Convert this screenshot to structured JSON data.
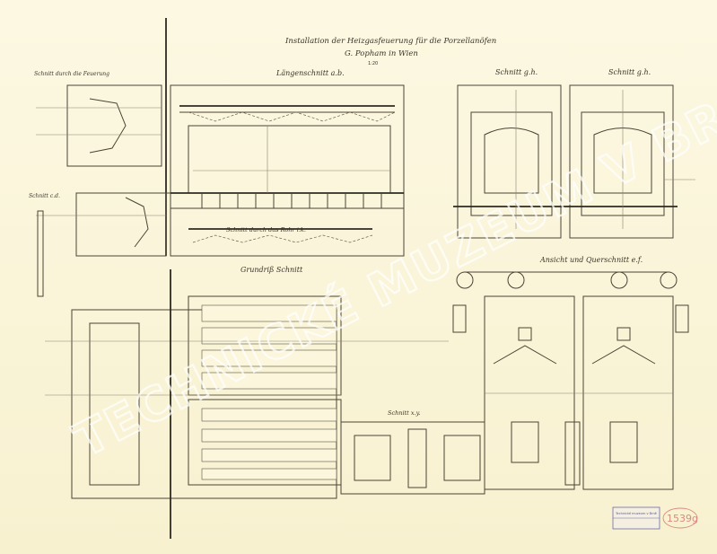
{
  "drawing": {
    "title_line1": "Installation der Heizgasfeuerung für die Porzellanöfen",
    "title_line2": "G. Popham in Wien",
    "scale": "1:20"
  },
  "sections": {
    "longitudinal": "Längenschnitt a.b.",
    "section_gh_1": "Schnitt g.h.",
    "section_gh_2": "Schnitt g.h.",
    "section_left_top": "Schnitt durch die Feuerung",
    "section_left_mid": "Schnitt c.d.",
    "section_pipe": "Schnitt durch das Rohr i.k.",
    "plan": "Grundriß Schnitt",
    "view_section": "Ansicht und Querschnitt e.f.",
    "section_small": "Schnitt x.y."
  },
  "archive": {
    "watermark": "TECHNICKÉ MUZEUM V BRNĚ",
    "inventory_number": "1539g",
    "stamp_label": "Technické muzeum v Brně"
  }
}
